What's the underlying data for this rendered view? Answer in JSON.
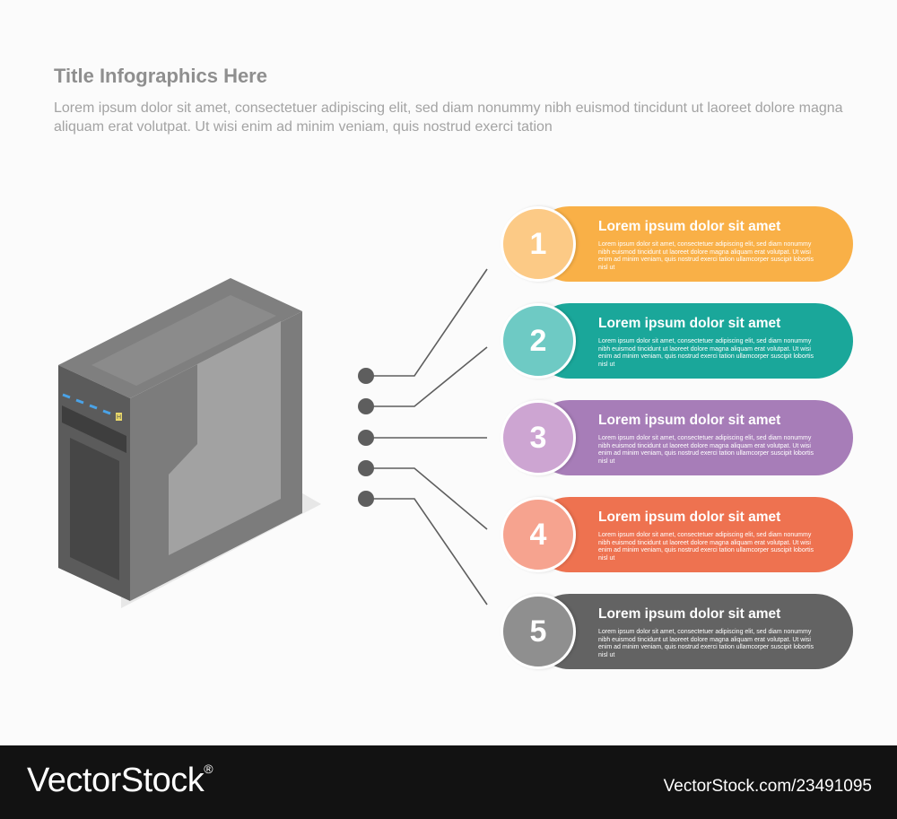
{
  "header": {
    "title": "Title Infographics Here",
    "subtitle": "Lorem ipsum dolor sit amet, consectetuer adipiscing elit, sed diam nonummy nibh euismod tincidunt ut laoreet dolore magna aliquam erat volutpat. Ut wisi enim ad minim veniam, quis nostrud exerci tation"
  },
  "items": [
    {
      "number": "1",
      "title": "Lorem ipsum dolor sit amet",
      "description": "Lorem ipsum dolor sit amet, consectetuer adipiscing elit, sed diam nonummy nibh euismod tincidunt ut laoreet dolore magna aliquam erat volutpat. Ut wisi enim ad minim veniam, quis nostrud exerci tation ullamcorper suscipit lobortis nisl ut",
      "pill_color": "#f9b047",
      "bubble_color": "#fcca86"
    },
    {
      "number": "2",
      "title": "Lorem ipsum dolor sit amet",
      "description": "Lorem ipsum dolor sit amet, consectetuer adipiscing elit, sed diam nonummy nibh euismod tincidunt ut laoreet dolore magna aliquam erat volutpat. Ut wisi enim ad minim veniam, quis nostrud exerci tation ullamcorper suscipit lobortis nisl ut",
      "pill_color": "#1aa79a",
      "bubble_color": "#6ecac4"
    },
    {
      "number": "3",
      "title": "Lorem ipsum dolor sit amet",
      "description": "Lorem ipsum dolor sit amet, consectetuer adipiscing elit, sed diam nonummy nibh euismod tincidunt ut laoreet dolore magna aliquam erat volutpat. Ut wisi enim ad minim veniam, quis nostrud exerci tation ullamcorper suscipit lobortis nisl ut",
      "pill_color": "#a77db8",
      "bubble_color": "#cda5d2"
    },
    {
      "number": "4",
      "title": "Lorem ipsum dolor sit amet",
      "description": "Lorem ipsum dolor sit amet, consectetuer adipiscing elit, sed diam nonummy nibh euismod tincidunt ut laoreet dolore magna aliquam erat volutpat. Ut wisi enim ad minim veniam, quis nostrud exerci tation ullamcorper suscipit lobortis nisl ut",
      "pill_color": "#ee7250",
      "bubble_color": "#f6a38f"
    },
    {
      "number": "5",
      "title": "Lorem ipsum dolor sit amet",
      "description": "Lorem ipsum dolor sit amet, consectetuer adipiscing elit, sed diam nonummy nibh euismod tincidunt ut laoreet dolore magna aliquam erat volutpat. Ut wisi enim ad minim veniam, quis nostrud exerci tation ullamcorper suscipit lobortis nisl ut",
      "pill_color": "#636363",
      "bubble_color": "#8f8f8f"
    }
  ],
  "illustration": {
    "icon": "computer-tower-icon",
    "label": "H"
  },
  "footer": {
    "brand": "VectorStock",
    "registered": "®",
    "stock_id": "VectorStock.com/23491095"
  }
}
